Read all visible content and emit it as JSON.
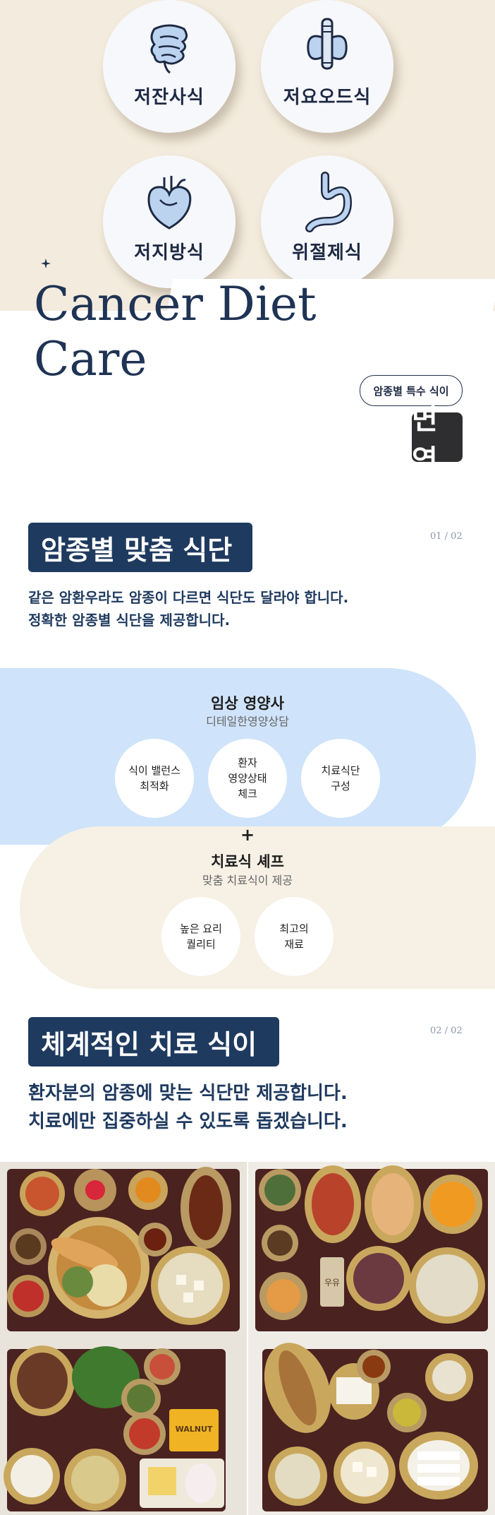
{
  "diets": [
    {
      "label": "저잔사식",
      "icon": "intestine-icon"
    },
    {
      "label": "저요오드식",
      "icon": "thyroid-icon"
    },
    {
      "label": "저지방식",
      "icon": "heart-icon"
    },
    {
      "label": "위절제식",
      "icon": "stomach-icon"
    }
  ],
  "hero": {
    "title_line1": "Cancer Diet",
    "title_line2": "Care",
    "pill": "암종별 특수 식이",
    "logo": "면역"
  },
  "section1": {
    "badge": "암종별 맞춤 식단",
    "page": "01 / 02",
    "desc1": "같은 암환우라도 암종이 다르면 식단도 달라야 합니다.",
    "desc2": "정확한 암종별 식단을 제공합니다."
  },
  "dietitian": {
    "title": "임상 영양사",
    "subtitle": "디테일한영양상담",
    "bubbles": [
      {
        "l1": "식이 밸런스",
        "l2": "최적화",
        "l3": ""
      },
      {
        "l1": "환자",
        "l2": "영양상태",
        "l3": "체크"
      },
      {
        "l1": "치료식단",
        "l2": "구성",
        "l3": ""
      }
    ]
  },
  "plus": "+",
  "chef": {
    "title": "치료식 셰프",
    "subtitle": "맞춤 치료식이 제공",
    "bubbles": [
      {
        "l1": "높은 요리",
        "l2": "퀄리티"
      },
      {
        "l1": "최고의",
        "l2": "재료"
      }
    ]
  },
  "section2": {
    "badge": "체계적인 치료 식이",
    "page": "02 / 02",
    "desc1": "환자분의 암종에 맞는 식단만 제공합니다.",
    "desc2": "치료에만 집중하실 수 있도록 돕겠습니다."
  },
  "food_labels": {
    "milk": "우유",
    "snack": "WALNUT"
  },
  "colors": {
    "navy": "#1f3a5f",
    "light_blue": "#cfe3fa",
    "cream": "#f6f0e5",
    "hero_bg": "#f3ebdd"
  }
}
